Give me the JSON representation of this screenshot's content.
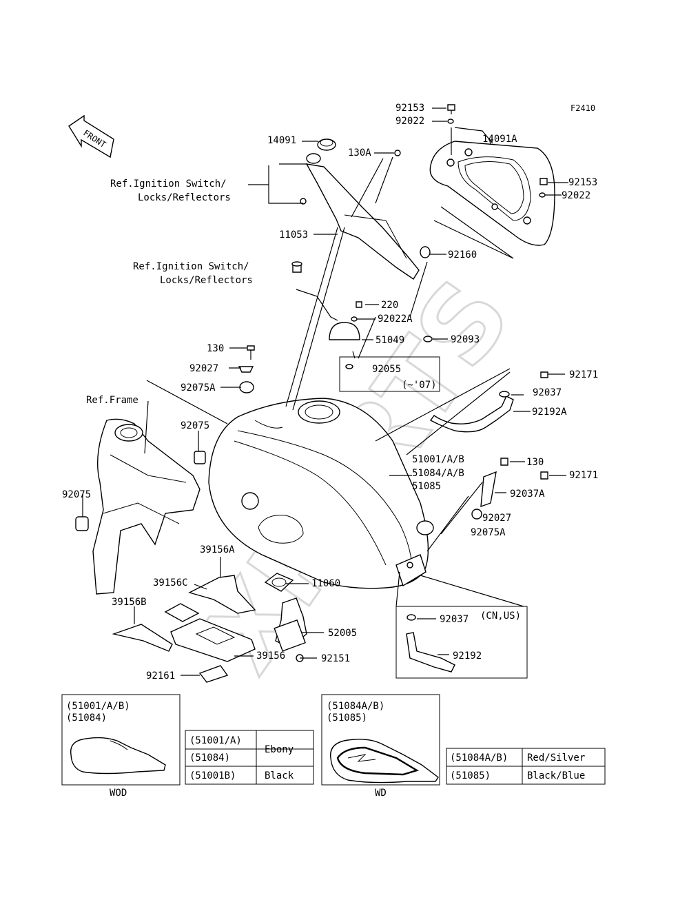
{
  "figure_code": "F2410",
  "front_label": "FRONT",
  "watermark": "XPARTS",
  "refs": {
    "ignition_1_line1": "Ref.Ignition Switch/",
    "ignition_1_line2": "Locks/Reflectors",
    "ignition_2_line1": "Ref.Ignition Switch/",
    "ignition_2_line2": "Locks/Reflectors",
    "frame": "Ref.Frame"
  },
  "parts": {
    "p92153_top": "92153",
    "p92022_top": "92022",
    "p14091A": "14091A",
    "p92153_r": "92153",
    "p92022_r": "92022",
    "p14091": "14091",
    "p130A": "130A",
    "p11053": "11053",
    "p92160": "92160",
    "p220": "220",
    "p92022A": "92022A",
    "p51049": "51049",
    "p92093": "92093",
    "p130_l": "130",
    "p92027_l": "92027",
    "p92075A_l": "92075A",
    "p92055": "92055",
    "p92055_note": "(~'07)",
    "p92171_top": "92171",
    "p92037": "92037",
    "p92192A": "92192A",
    "p92075_l": "92075",
    "p92075_ll": "92075",
    "p51001": "51001/A/B",
    "p51084": "51084/A/B",
    "p51085": "51085",
    "p130_r": "130",
    "p92171_r": "92171",
    "p92037A": "92037A",
    "p92027_r": "92027",
    "p92075A_r": "92075A",
    "p39156A": "39156A",
    "p39156C": "39156C",
    "p11060": "11060",
    "p39156B": "39156B",
    "p52005": "52005",
    "p39156": "39156",
    "p92151": "92151",
    "p92161": "92161",
    "p92037_us": "92037",
    "us_note": "(CN,US)",
    "p92192": "92192"
  },
  "box_wod": {
    "line1": "(51001/A/B)",
    "line2": "(51084)",
    "caption": "WOD"
  },
  "box_wd": {
    "line1": "(51084A/B)",
    "line2": "(51085)",
    "caption": "WD"
  },
  "color_table_1": {
    "rows": [
      {
        "part": "(51001/A)",
        "color": "Ebony"
      },
      {
        "part": "(51084)",
        "color": ""
      },
      {
        "part": "(51001B)",
        "color": "Black"
      }
    ]
  },
  "color_table_2": {
    "rows": [
      {
        "part": "(51084A/B)",
        "color": "Red/Silver"
      },
      {
        "part": "(51085)",
        "color": "Black/Blue"
      }
    ]
  }
}
